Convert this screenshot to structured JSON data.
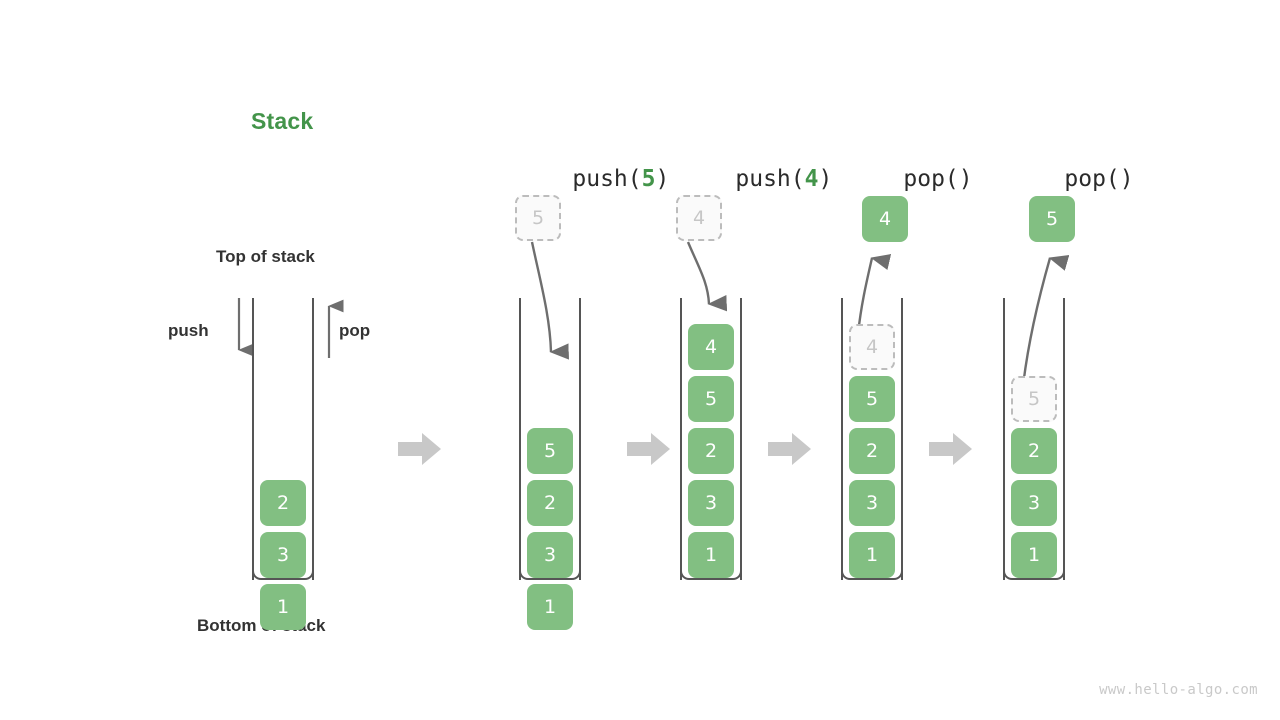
{
  "title": "Stack",
  "labels": {
    "top_of_stack": "Top of stack",
    "bottom_of_stack": "Bottom of stack",
    "push": "push",
    "pop": "pop"
  },
  "colors": {
    "accent_green": "#43944a",
    "block_green": "#82bf82",
    "ghost_fill": "#fafafa",
    "ghost_border": "#bcbcbc",
    "ghost_text": "#c6c6c6",
    "wall": "#555555",
    "arrow_grey": "#6e6e6e",
    "step_arrow_grey": "#c8c8c8",
    "text_dark": "#333333",
    "watermark": "#c9c9c9"
  },
  "watermark": "www.hello-algo.com",
  "panels": [
    {
      "id": "initial",
      "header": null,
      "header_prefix": null,
      "header_arg": null,
      "header_suffix": null,
      "stack": [
        "2",
        "3",
        "1"
      ],
      "floating": null,
      "ghost_in_stack": null,
      "has_push_pop_arrows": true
    },
    {
      "id": "push-5",
      "header_prefix": "push(",
      "header_arg": "5",
      "header_suffix": ")",
      "stack": [
        "5",
        "2",
        "3",
        "1"
      ],
      "floating": {
        "value": "5",
        "style": "ghost"
      },
      "arrow_direction": "down",
      "ghost_in_stack": null,
      "has_push_pop_arrows": false
    },
    {
      "id": "push-4",
      "header_prefix": "push(",
      "header_arg": "4",
      "header_suffix": ")",
      "stack": [
        "4",
        "5",
        "2",
        "3",
        "1"
      ],
      "floating": {
        "value": "4",
        "style": "ghost"
      },
      "arrow_direction": "down",
      "ghost_in_stack": null,
      "has_push_pop_arrows": false
    },
    {
      "id": "pop-1",
      "header_prefix": "pop(",
      "header_arg": "",
      "header_suffix": ")",
      "stack": [
        "5",
        "2",
        "3",
        "1"
      ],
      "floating": {
        "value": "4",
        "style": "solid"
      },
      "arrow_direction": "up",
      "ghost_in_stack": "4",
      "has_push_pop_arrows": false
    },
    {
      "id": "pop-2",
      "header_prefix": "pop(",
      "header_arg": "",
      "header_suffix": ")",
      "stack": [
        "2",
        "3",
        "1"
      ],
      "floating": {
        "value": "5",
        "style": "solid"
      },
      "arrow_direction": "up",
      "ghost_in_stack": "5",
      "has_push_pop_arrows": false
    }
  ],
  "step_arrows": [
    {
      "label": "step-arrow-1"
    },
    {
      "label": "step-arrow-2"
    },
    {
      "label": "step-arrow-3"
    },
    {
      "label": "step-arrow-4"
    }
  ]
}
